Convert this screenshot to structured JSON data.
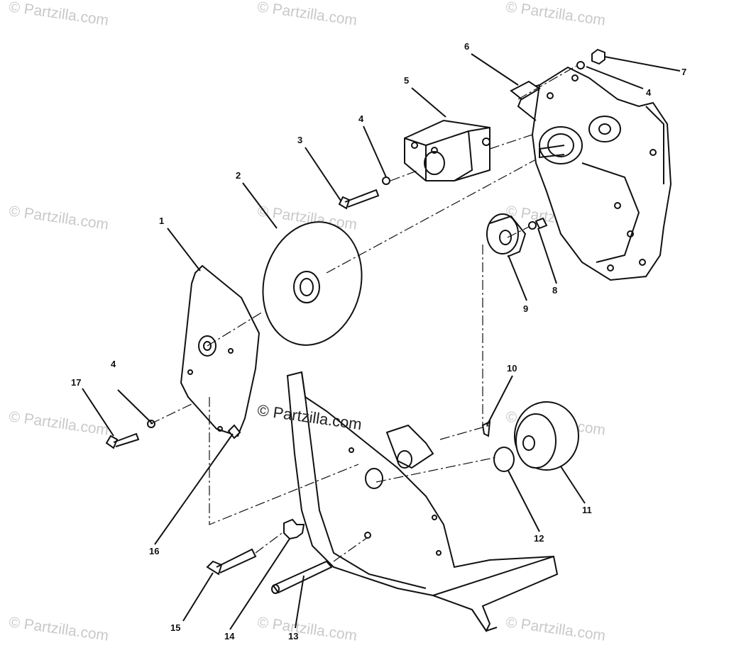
{
  "watermark": "© Partzilla.com",
  "copyright": "© Partzilla.com",
  "callouts": [
    "1",
    "2",
    "3",
    "4",
    "5",
    "6",
    "4",
    "7",
    "8",
    "9",
    "10",
    "4",
    "17",
    "11",
    "12",
    "16",
    "15",
    "14",
    "13"
  ],
  "parts": {
    "p1": "bracket-plate",
    "p2": "drive-pulley",
    "p3": "bolt",
    "p4": "washer",
    "p5": "pump",
    "p6": "spacer",
    "p7": "nut",
    "p8": "bolt-short",
    "p9": "idler",
    "p10": "cotter-pin",
    "p11": "idler-pulley",
    "p12": "washer-large",
    "p13": "pin",
    "p14": "star-washer",
    "p15": "shoulder-bolt",
    "p16": "pointer",
    "p17": "bolt"
  },
  "colors": {
    "line": "#111111",
    "watermark": "#c9c9c9"
  }
}
